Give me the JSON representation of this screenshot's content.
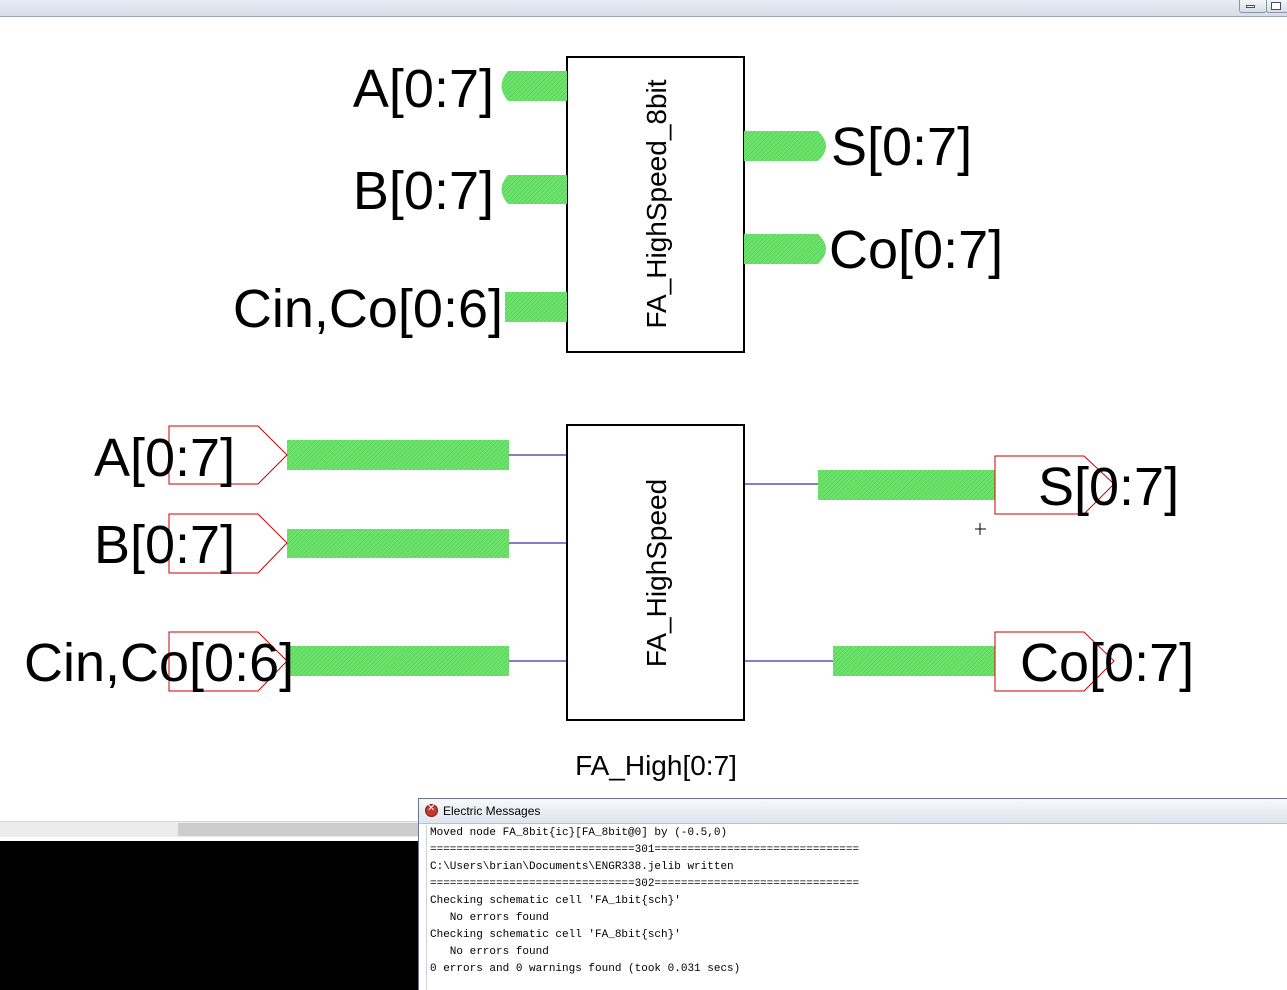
{
  "top_symbol": {
    "name": "FA_HighSpeed_8bit",
    "inputs": [
      "A[0:7]",
      "B[0:7]",
      "Cin,Co[0:6]"
    ],
    "outputs": [
      "S[0:7]",
      "Co[0:7]"
    ]
  },
  "bottom_instance": {
    "name": "FA_HighSpeed",
    "instance_label": "FA_High[0:7]",
    "input_exports": [
      "A[0:7]",
      "B[0:7]",
      "Cin,Co[0:6]"
    ],
    "output_exports": [
      "S[0:7]",
      "Co[0:7]"
    ]
  },
  "colors": {
    "bus": "#66e066",
    "export_outline": "#cc0000",
    "wire": "#00008b"
  },
  "messages_window": {
    "title": "Electric Messages",
    "lines": [
      "Moved node FA_8bit{ic}[FA_8bit@0] by (-0.5,0)",
      "===============================301===============================",
      "C:\\Users\\brian\\Documents\\ENGR338.jelib written",
      "===============================302===============================",
      "Checking schematic cell 'FA_1bit{sch}'",
      "   No errors found",
      "Checking schematic cell 'FA_8bit{sch}'",
      "   No errors found",
      "0 errors and 0 warnings found (took 0.031 secs)"
    ]
  }
}
